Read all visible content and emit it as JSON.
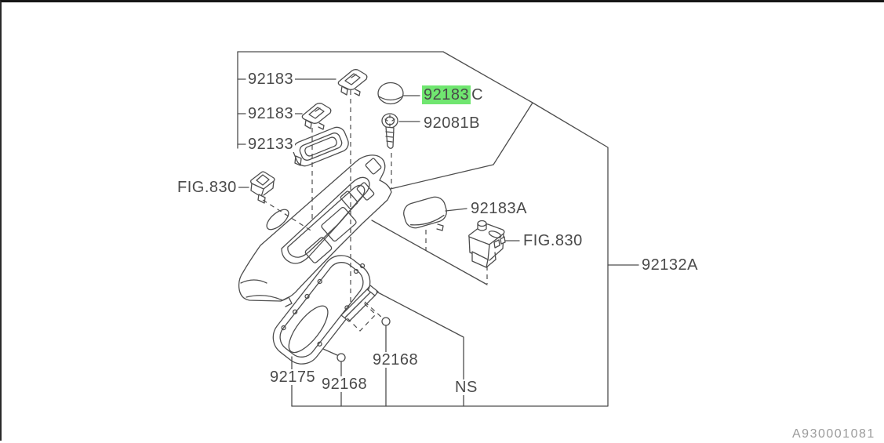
{
  "diagram": {
    "figure_code": "A930001081",
    "highlight_color": "#70e670",
    "labels": {
      "clip_a": "92183",
      "clip_b": "92183",
      "bezel": "92133",
      "fig_left": "FIG.830",
      "cap_highlight": "92183",
      "cap_suffix": "C",
      "screw": "92081B",
      "lid": "92183A",
      "fig_right": "FIG.830",
      "assembly": "92132A",
      "boot_plate": "92175",
      "screw_small_1": "92168",
      "screw_small_2": "92168",
      "not_supplied": "NS"
    }
  }
}
